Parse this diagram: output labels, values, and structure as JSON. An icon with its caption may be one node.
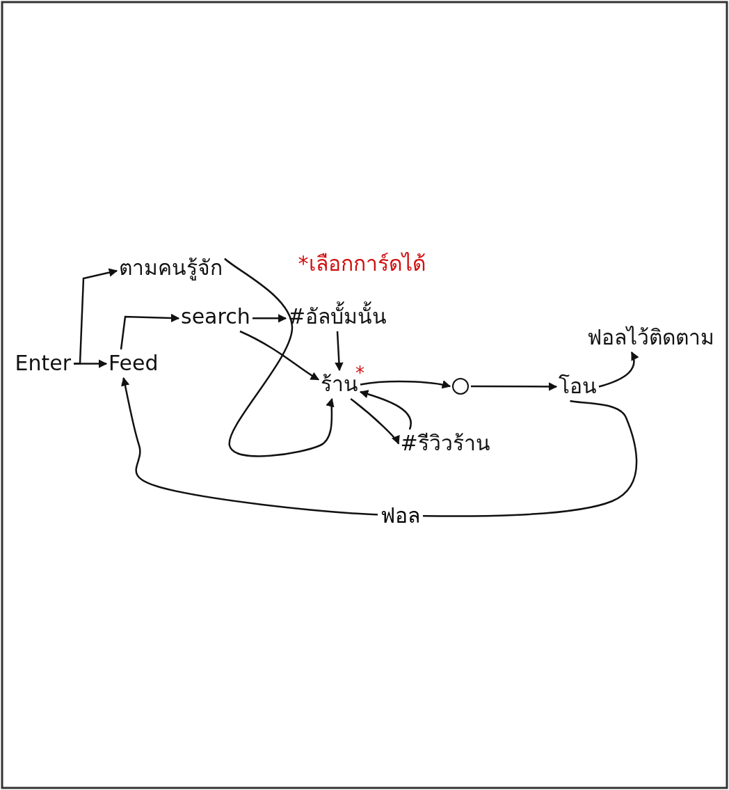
{
  "diagram": {
    "nodes": [
      {
        "text": [
          "Enter"
        ]
      },
      {
        "text": [
          "ตามคนรู้จัก"
        ]
      },
      {
        "text": [
          "Feed"
        ]
      },
      {
        "text": [
          "search"
        ]
      },
      {
        "text": [
          "#อัลบั้มนั้น"
        ]
      },
      {
        "text": [
          "ร้าน"
        ],
        "beside": [
          "*"
        ]
      },
      {
        "text": [],
        "shape": "circle"
      },
      {
        "text": [
          "โอน"
        ]
      },
      {
        "text": [
          "ฟอลไว้ติดตาม"
        ]
      },
      {
        "text": [
          "#รีวิวร้าน"
        ]
      }
    ],
    "edges": [
      {
        "from": 0,
        "to": 1,
        "arrow": "to"
      },
      {
        "from": 0,
        "to": 2,
        "arrow": "to"
      },
      {
        "from": 2,
        "to": 3,
        "arrow": "to"
      },
      {
        "from": 3,
        "to": 4,
        "arrow": "to"
      },
      {
        "from": 3,
        "to": 5,
        "arrow": "to"
      },
      {
        "from": 1,
        "to": 5,
        "arrow": "to"
      },
      {
        "from": 4,
        "to": 5,
        "arrow": "to"
      },
      {
        "from": 5,
        "to": 6,
        "arrow": "to"
      },
      {
        "from": 6,
        "to": 7,
        "arrow": "to"
      },
      {
        "from": 7,
        "to": 8,
        "arrow": "to"
      },
      {
        "from": 5,
        "to": 9,
        "arrow": "to"
      },
      {
        "from": 9,
        "to": 5,
        "arrow": "to"
      },
      {
        "from": 7,
        "to": 2,
        "arrow": "to",
        "label": "ฟอล"
      }
    ],
    "labels": [
      "*เลือกการ์ดได้"
    ]
  }
}
